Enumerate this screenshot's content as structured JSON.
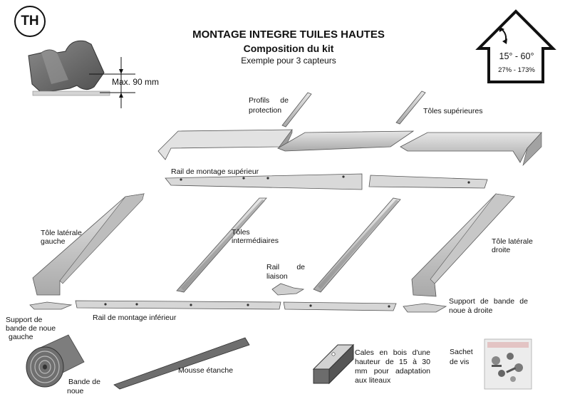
{
  "badge": {
    "text": "TH"
  },
  "header": {
    "title": "MONTAGE INTEGRE TUILES HAUTES",
    "subtitle": "Composition du kit",
    "example": "Exemple pour 3 capteurs"
  },
  "slope": {
    "degrees": "15° - 60°",
    "percent": "27% - 173%"
  },
  "tile": {
    "max_height": "Max. 90 mm"
  },
  "labels": {
    "profils_1": "Profils de",
    "profils_2": "protection",
    "toles_sup": "Tôles supérieures",
    "rail_sup": "Rail de montage supérieur",
    "tole_lat_g_1": "Tôle latérale",
    "tole_lat_g_2": "gauche",
    "toles_int_1": "Tôles",
    "toles_int_2": "intermédiaires",
    "rail_liaison_1": "Rail de",
    "rail_liaison_2": "liaison",
    "tole_lat_d_1": "Tôle latérale",
    "tole_lat_d_2": "droite",
    "support_d_1": "Support de bande de",
    "support_d_2": "noue à droite",
    "support_g_1": "Support de",
    "support_g_2": "bande de noue",
    "support_g_3": "gauche",
    "rail_inf": "Rail de montage inférieur",
    "bande_1": "Bande de",
    "bande_2": "noue",
    "mousse": "Mousse étanche",
    "cales_1": "Cales en bois d'une",
    "cales_2": "hauteur de 15 à 30",
    "cales_3": "mm pour adaptation",
    "cales_4": "aux liteaux",
    "sachet_1": "Sachet",
    "sachet_2": "de vis"
  }
}
